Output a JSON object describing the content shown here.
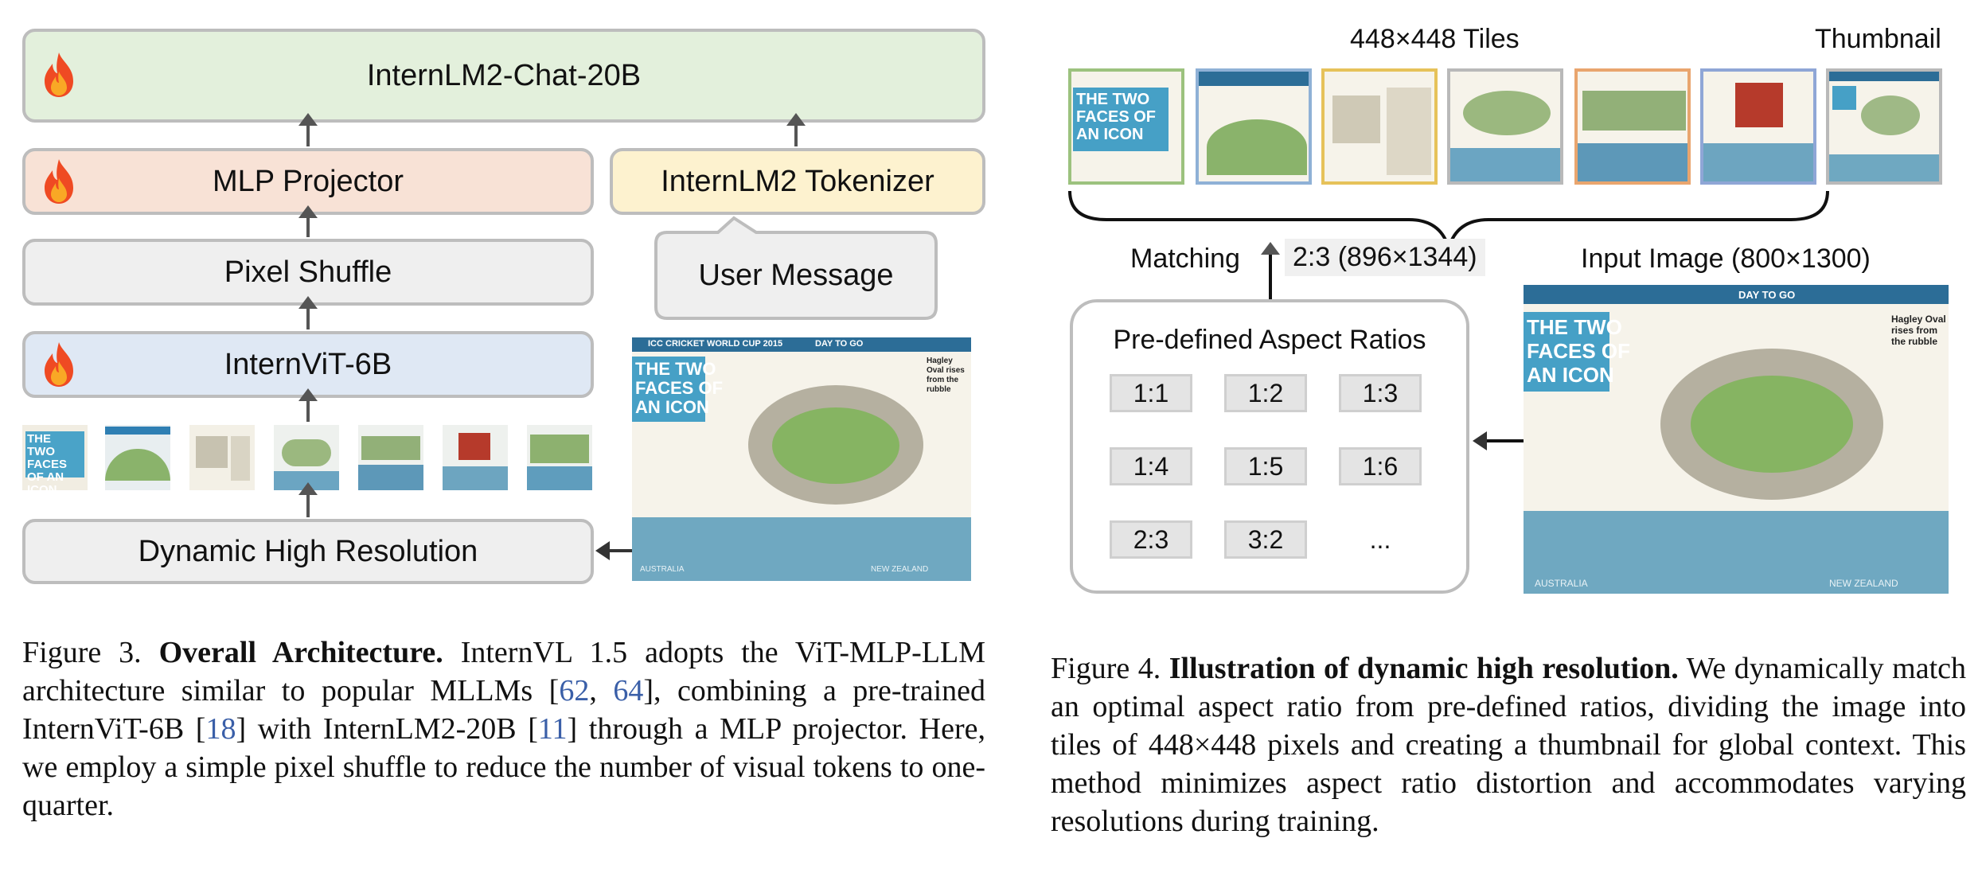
{
  "figure3": {
    "llm_label": "InternLM2-Chat-20B",
    "projector_label": "MLP Projector",
    "tokenizer_label": "InternLM2 Tokenizer",
    "pixel_shuffle_label": "Pixel Shuffle",
    "user_message_label": "User Message",
    "vit_label": "InternViT-6B",
    "dhr_label": "Dynamic High Resolution",
    "colors": {
      "llm": "#e3f0dc",
      "projector": "#f8e2d6",
      "tokenizer": "#fdf2cf",
      "pixel_shuffle": "#efefef",
      "vit": "#dfe8f4",
      "dhr": "#efefef"
    },
    "icon": "fire-icon"
  },
  "figure4": {
    "tiles_label": "448×448 Tiles",
    "thumbnail_label": "Thumbnail",
    "matching_label": "Matching",
    "matched_ratio": "2:3 (896×1344)",
    "input_image_label": "Input Image (800×1300)",
    "ratios_title": "Pre-defined Aspect Ratios",
    "ratios": [
      "1:1",
      "1:2",
      "1:3",
      "1:4",
      "1:5",
      "1:6",
      "2:3",
      "3:2",
      "..."
    ],
    "tile_border_colors": [
      "#9cc27e",
      "#8fb1d6",
      "#e6c25a",
      "#b9b9b9",
      "#e9a56e",
      "#8fa6d6",
      "#b9b9b9"
    ]
  },
  "newspaper": {
    "headline_line1": "THE TWO",
    "headline_line2": "FACES OF",
    "headline_line3": "AN ICON",
    "masthead": "ICC CRICKET WORLD CUP 2015",
    "day_to_go": "DAY TO GO",
    "side_title": "Hagley Oval rises from the rubble",
    "country1": "AUSTRALIA",
    "country2": "NEW ZEALAND"
  },
  "caption3": {
    "label": "Figure 3.",
    "title": "Overall Architecture.",
    "text_1": "InternVL 1.5 adopts the ViT-MLP-LLM architecture similar to popular MLLMs [",
    "ref_62": "62",
    "sep_1": ", ",
    "ref_64": "64",
    "text_2": "], combining a pre-trained InternViT-6B [",
    "ref_18": "18",
    "text_3": "] with InternLM2-20B [",
    "ref_11": "11",
    "text_4": "] through a MLP projector. Here, we employ a simple pixel shuffle to reduce the number of visual tokens to one-quarter."
  },
  "caption4": {
    "label": "Figure 4.",
    "title": "Illustration of dynamic high resolution.",
    "text": "We dynamically match an optimal aspect ratio from pre-defined ratios, dividing the image into tiles of 448×448 pixels and creating a thumbnail for global context. This method minimizes aspect ratio distortion and accommodates varying resolutions during training."
  }
}
